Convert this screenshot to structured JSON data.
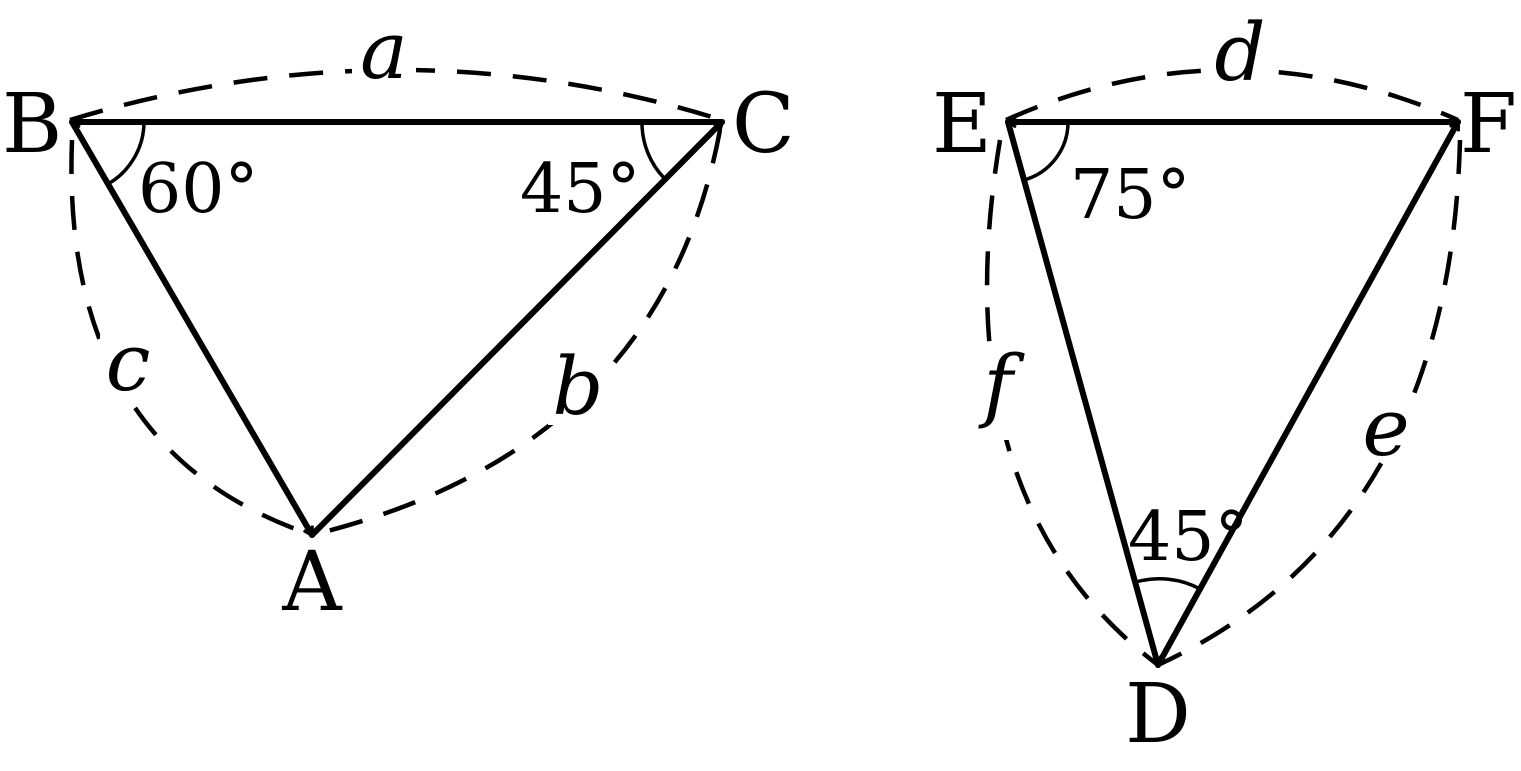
{
  "triangle_left": {
    "vertices": {
      "B": "B",
      "C": "C",
      "A": "A"
    },
    "sides": {
      "a": "a",
      "b": "b",
      "c": "c"
    },
    "angles": {
      "B": "60°",
      "C": "45°"
    }
  },
  "triangle_right": {
    "vertices": {
      "E": "E",
      "F": "F",
      "D": "D"
    },
    "sides": {
      "d": "d",
      "e": "e",
      "f": "f"
    },
    "angles": {
      "E": "75°",
      "D": "45°"
    }
  },
  "colors": {
    "stroke": "#000000",
    "background": "#ffffff"
  }
}
